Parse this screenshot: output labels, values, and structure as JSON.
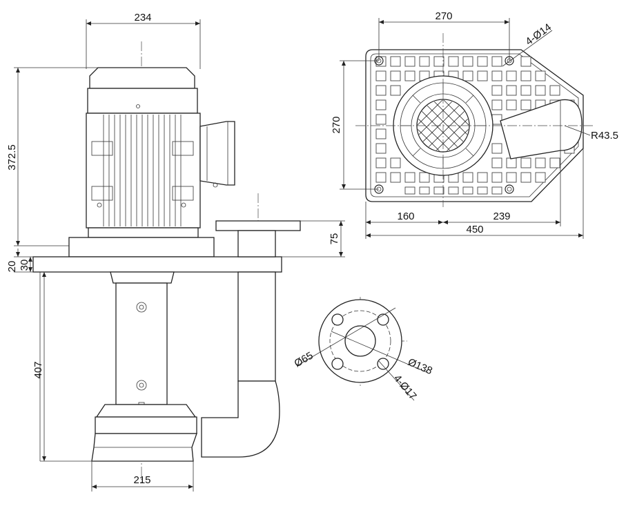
{
  "front_view": {
    "motor_width": "234",
    "total_height": "372.5",
    "flange_thickness_20": "20",
    "flange_thickness_30": "30",
    "outlet_height": "75",
    "submerged_length": "407",
    "base_width": "215"
  },
  "top_view": {
    "width_top": "270",
    "height_left": "270",
    "holes": "4-Ø14",
    "radius": "R43.5",
    "left_offset": "160",
    "right_offset": "239",
    "overall_length": "450"
  },
  "flange_view": {
    "bore": "Ø65",
    "pcd": "Ø138",
    "holes": "4-Ø17"
  }
}
